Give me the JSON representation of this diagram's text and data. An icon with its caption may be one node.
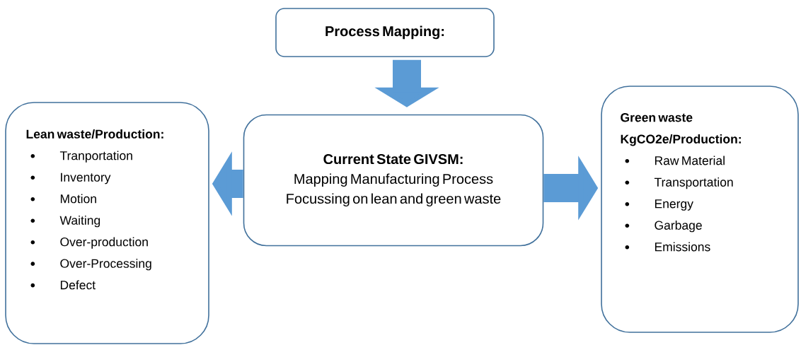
{
  "diagram": {
    "nodes": [
      {
        "text": [
          "Process Mapping:"
        ]
      },
      {
        "text": [
          "Current State GIVSM:",
          "Mapping Manufacturing Process Focussing on lean and green waste"
        ]
      },
      {
        "text": [
          "Lean waste/Production:",
          "Tranportation",
          "Inventory",
          "Motion",
          "Waiting",
          "Over-production",
          "Over-Processing",
          "Defect"
        ]
      },
      {
        "text": [
          "Green waste KgCO2e/Production:",
          "Raw Material",
          "Transportation",
          "Energy",
          "Garbage",
          "Emissions"
        ]
      }
    ],
    "edges": [
      {
        "from": 0,
        "to": 1,
        "arrow": "to"
      },
      {
        "from": 1,
        "to": 2,
        "arrow": "to"
      },
      {
        "from": 1,
        "to": 3,
        "arrow": "to"
      }
    ]
  }
}
